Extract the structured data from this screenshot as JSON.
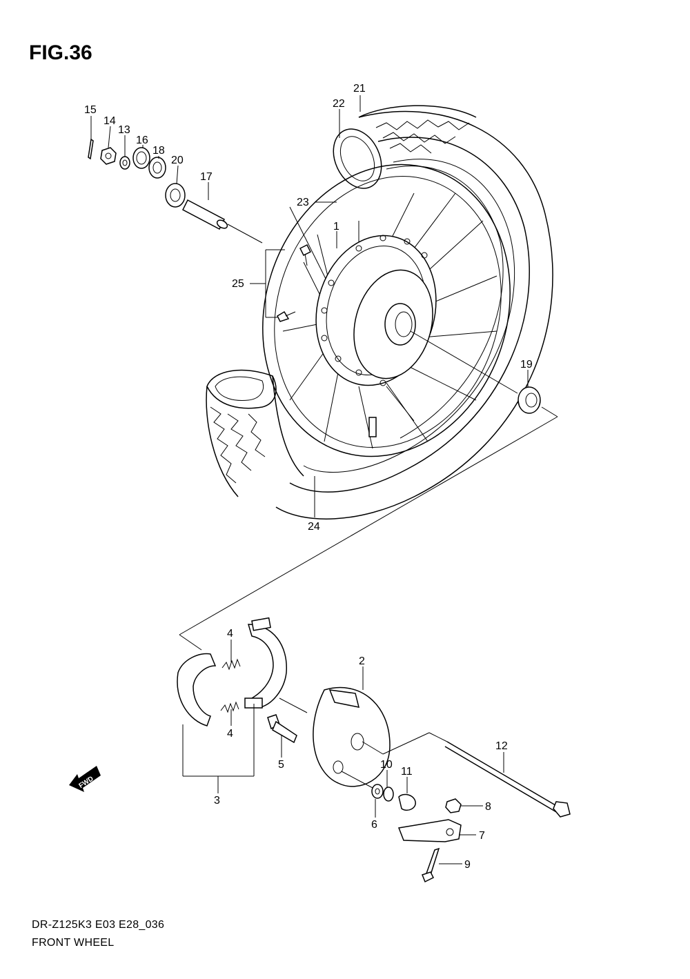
{
  "figure": {
    "title": "FIG.36",
    "model_code": "DR-Z125K3 E03 E28_036",
    "caption": "FRONT WHEEL",
    "direction_marker": "FWD"
  },
  "callouts": [
    "1",
    "2",
    "3",
    "4",
    "4",
    "5",
    "6",
    "7",
    "8",
    "9",
    "10",
    "11",
    "12",
    "13",
    "14",
    "15",
    "16",
    "17",
    "18",
    "19",
    "20",
    "21",
    "22",
    "23",
    "24",
    "25"
  ],
  "icons": {
    "direction": "fwd-arrow-icon"
  }
}
